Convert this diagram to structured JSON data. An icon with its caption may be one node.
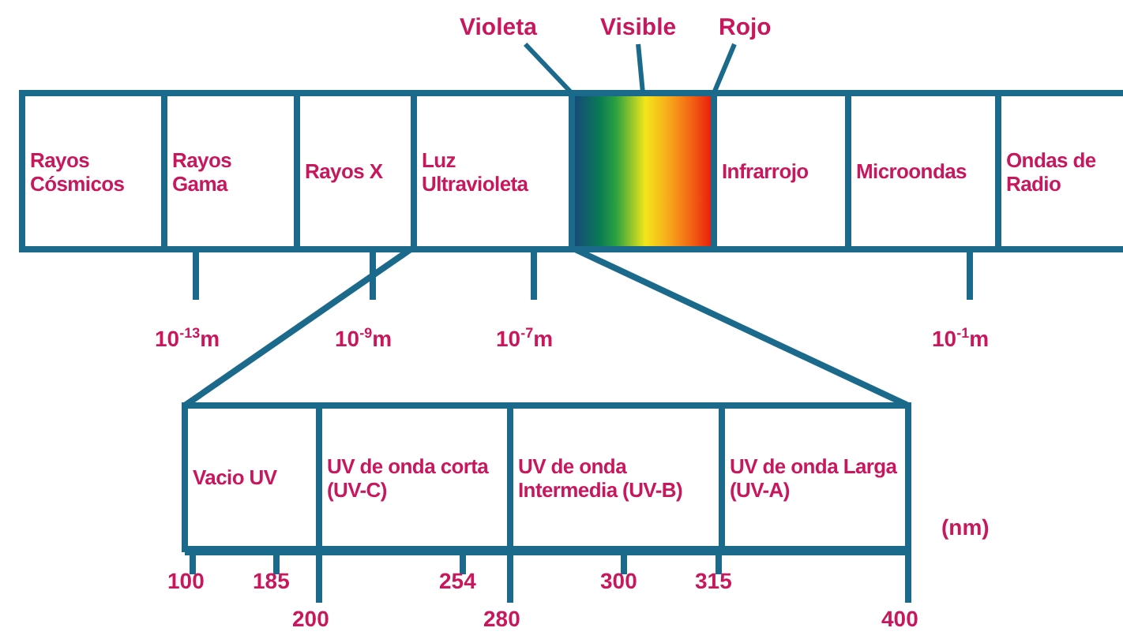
{
  "diagram": {
    "nodes": [
      {
        "text": [
          "Rayos Cósmicos"
        ]
      },
      {
        "text": [
          "Rayos Gama"
        ]
      },
      {
        "text": [
          "Rayos X"
        ]
      },
      {
        "text": [
          "Luz Ultravioleta"
        ]
      },
      {
        "text": [],
        "shape": "box"
      },
      {
        "text": [
          "Infrarrojo"
        ]
      },
      {
        "text": [
          "Microondas"
        ]
      },
      {
        "text": [
          "Ondas de Radio"
        ]
      },
      {
        "text": [
          "Violeta"
        ]
      },
      {
        "text": [
          "Visible"
        ]
      },
      {
        "text": [
          "Rojo"
        ]
      },
      {
        "text": [
          "Vacio UV"
        ]
      },
      {
        "text": [
          "UV de onda corta (UV-C)"
        ]
      },
      {
        "text": [
          "UV de onda Intermedia (UV-B)"
        ]
      },
      {
        "text": [
          "UV de onda Larga (UV-A)"
        ]
      }
    ],
    "edges": [
      {
        "from": 8,
        "to": 4,
        "arrow": "none"
      },
      {
        "from": 9,
        "to": 4,
        "arrow": "none"
      },
      {
        "from": 10,
        "to": 4,
        "arrow": "none"
      },
      {
        "from": 3,
        "to": 11,
        "arrow": "none"
      },
      {
        "from": 3,
        "to": 14,
        "arrow": "none"
      }
    ],
    "labels": [
      "10$^{-13}$m",
      "10$^{-9}$m",
      "10$^{-7}$m",
      "10$^{-1}$m",
      "(nm)",
      "100",
      "185",
      "254",
      "300",
      "315",
      "200",
      "280",
      "400"
    ]
  }
}
